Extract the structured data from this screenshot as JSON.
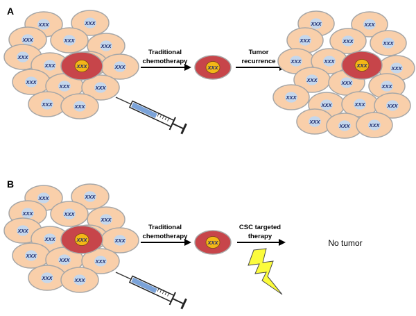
{
  "colors": {
    "normal_cell_fill": "#f9cfaa",
    "normal_cell_stroke": "#a7a7a7",
    "normal_nucleus": "#c5d7ec",
    "stem_cell_fill": "#c7454a",
    "stem_nucleus": "#f3b717",
    "lightning": "#fbfb3c",
    "dna_text": "#1c2a6c"
  },
  "dna_glyph": "XXX",
  "panel_a": {
    "label": "A",
    "arrow1_label": [
      "Traditional",
      "chemotherapy"
    ],
    "arrow2_label": [
      "Tumor",
      "recurrence"
    ]
  },
  "panel_b": {
    "label": "B",
    "arrow1_label": [
      "Traditional",
      "chemotherapy"
    ],
    "arrow2_label": [
      "CSC targeted",
      "therapy"
    ],
    "outcome": "No tumor"
  },
  "icons": {
    "syringe": "syringe-icon",
    "lightning": "lightning-icon"
  }
}
